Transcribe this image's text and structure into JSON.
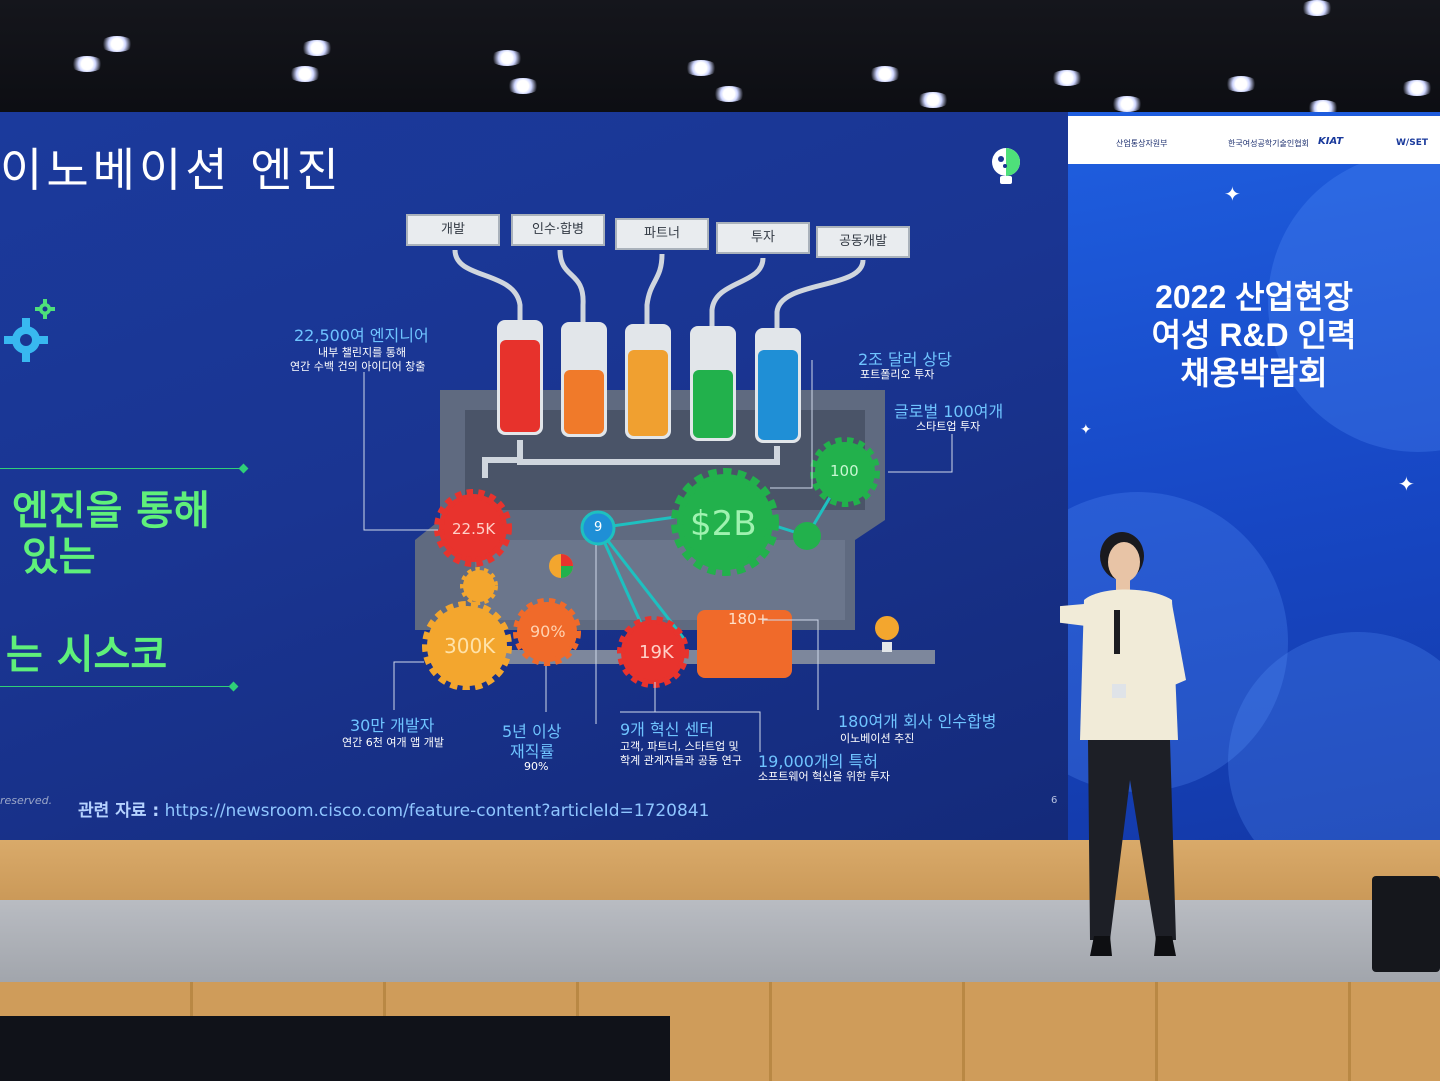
{
  "slide": {
    "title": "이노베이션 엔진",
    "text_line_1": "엔진을 통해",
    "text_line_2": "있는",
    "text_line_3": "는 시스코",
    "footer_reserved": "reserved.",
    "source_label": "관련 자료 :",
    "source_url": "https://newsroom.cisco.com/feature-content?articleId=1720841",
    "page_number": "6"
  },
  "pipes": [
    {
      "label": "개발"
    },
    {
      "label": "인수·합병"
    },
    {
      "label": "파트너"
    },
    {
      "label": "투자"
    },
    {
      "label": "공동개발"
    }
  ],
  "gears": {
    "g22k": "22.5K",
    "g300k": "300K",
    "g90": "90%",
    "g9": "9",
    "g19k": "19K",
    "g2b": "$2B",
    "g100": "100",
    "g180": "180+"
  },
  "callouts": {
    "engineers_title": "22,500여 엔지니어",
    "engineers_sub1": "내부 챌린지를 통해",
    "engineers_sub2": "연간 수백 건의 아이디어 창출",
    "portfolio_title": "2조 달러 상당",
    "portfolio_sub": "포트폴리오 투자",
    "startup_title": "글로벌 100여개",
    "startup_sub": "스타트업 투자",
    "developers_title": "30만 개발자",
    "developers_sub": "연간 6천 여개 앱 개발",
    "retention_title1": "5년 이상",
    "retention_title2": "재직률",
    "retention_sub": "90%",
    "centers_title": "9개 혁신 센터",
    "centers_sub1": "고객, 파트너, 스타트업 및",
    "centers_sub2": "학계 관계자들과 공동 연구",
    "patents_title": "19,000개의 특허",
    "patents_sub": "소프트웨어 혁신을 위한 투자",
    "acquisition_title": "180여개 회사 인수합병",
    "acquisition_sub": "이노베이션 추진"
  },
  "side_screen": {
    "title_line_1": "2022 산업현장",
    "title_line_2": "여성 R&D 인력",
    "title_line_3": "채용박람회",
    "sponsor_1": "산업통상자원부",
    "sponsor_2": "한국여성공학기술인협회",
    "sponsor_3": "KIAT",
    "sponsor_4": "W/SET"
  },
  "colors": {
    "slide_bg": "#1a3592",
    "accent_green": "#5ff07a",
    "callout_blue": "#6fc4ff"
  }
}
